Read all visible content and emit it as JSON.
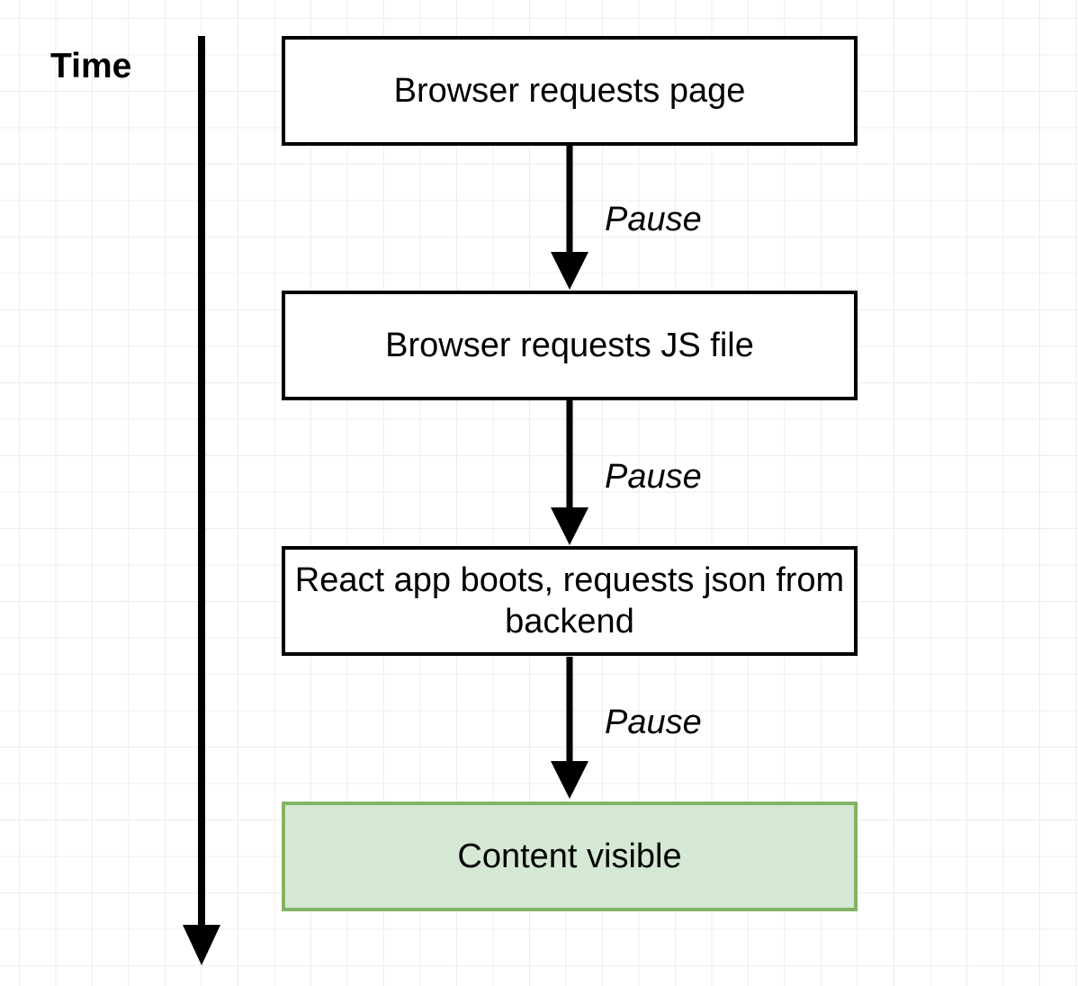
{
  "diagram": {
    "time_label": "Time",
    "steps": [
      {
        "label": "Browser requests page",
        "highlight": false
      },
      {
        "label": "Browser requests JS file",
        "highlight": false
      },
      {
        "label": "React app boots, requests json from backend",
        "highlight": false
      },
      {
        "label": "Content visible",
        "highlight": true
      }
    ],
    "transitions": [
      {
        "label": "Pause"
      },
      {
        "label": "Pause"
      },
      {
        "label": "Pause"
      }
    ],
    "colors": {
      "stroke": "#000000",
      "final_fill": "#d5e8d4",
      "final_stroke": "#82b366",
      "grid": "#ececec"
    }
  }
}
